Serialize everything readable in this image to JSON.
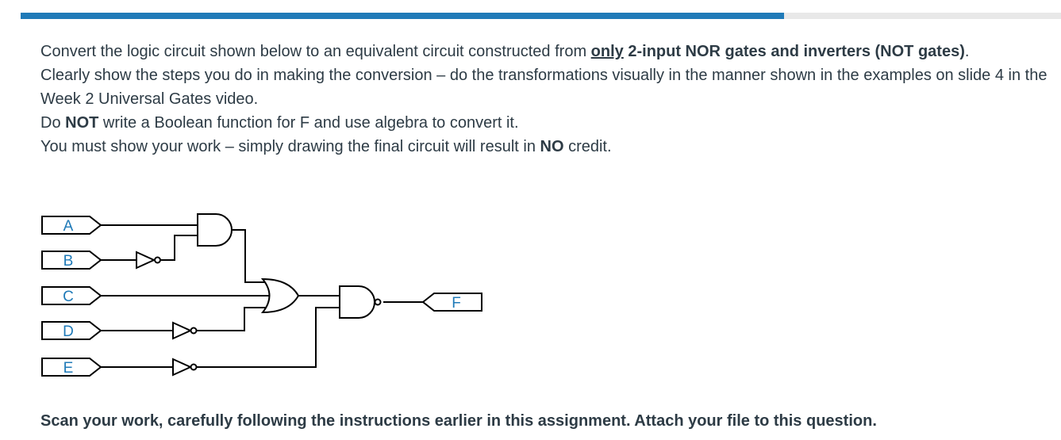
{
  "progress": {
    "fraction": 0.734
  },
  "question": {
    "p1": {
      "t1": "Convert the logic circuit shown below to an equivalent circuit constructed from ",
      "only": "only",
      "t2": " 2-input NOR gates and inverters (NOT gates)",
      "t3": "."
    },
    "p2": "Clearly show the steps you do in making the conversion – do the transformations visually in the manner shown in the examples on slide 4 in the Week 2 Universal Gates video.",
    "p3": {
      "t1": "Do ",
      "not": "NOT",
      "t2": " write a Boolean function for F and use algebra to convert it."
    },
    "p4": {
      "t1": "You must show your work – simply drawing the final circuit will result in ",
      "no": "NO",
      "t2": " credit."
    }
  },
  "circuit": {
    "inputs": [
      "A",
      "B",
      "C",
      "D",
      "E"
    ],
    "output": "F",
    "label_color": "#1f7ab8"
  },
  "footer": {
    "note": "Scan your work, carefully following the instructions earlier in this assignment. Attach your file to this question."
  }
}
